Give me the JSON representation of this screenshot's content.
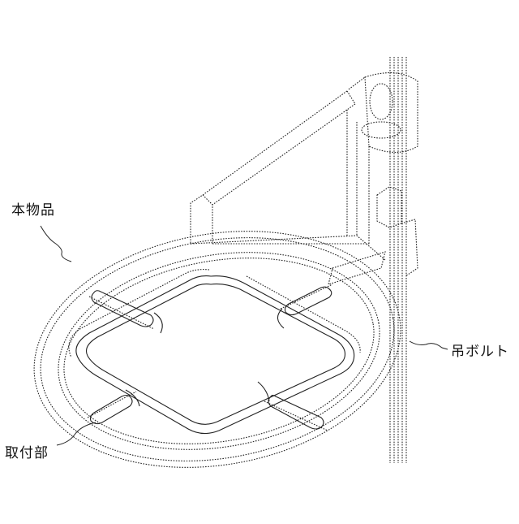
{
  "labels": {
    "product": "本物品",
    "hanging_bolt": "吊ボルト",
    "mounting_part": "取付部"
  }
}
